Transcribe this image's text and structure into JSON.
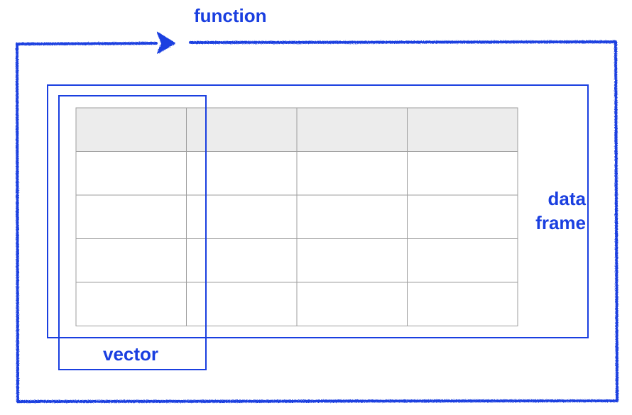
{
  "labels": {
    "function": "function",
    "data_frame_line1": "data",
    "data_frame_line2": "frame",
    "vector": "vector"
  },
  "table": {
    "rows": 5,
    "columns": 4,
    "header_rows": 1
  },
  "colors": {
    "accent": "#1a3fe0",
    "table_border": "#9e9e9e",
    "header_fill": "#ececec",
    "cell_fill": "#ffffff"
  },
  "icons": {
    "arrow": "arrow-right-icon"
  }
}
